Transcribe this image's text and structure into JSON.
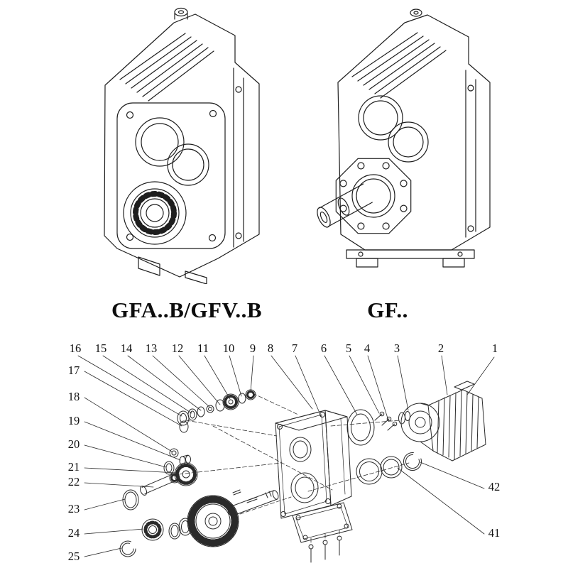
{
  "figure": {
    "left_model_label": "GFA..B/GFV..B",
    "right_model_label": "GF.."
  },
  "exploded": {
    "top_callouts": [
      "16",
      "15",
      "14",
      "13",
      "12",
      "11",
      "10",
      "9",
      "8",
      "7",
      "6",
      "5",
      "4",
      "3",
      "2",
      "1"
    ],
    "left_callouts": [
      "17",
      "18",
      "19",
      "20",
      "21",
      "22",
      "23",
      "24",
      "25"
    ],
    "right_callouts": [
      "42",
      "41"
    ]
  },
  "colors": {
    "line": "#1e1e1e",
    "background": "#ffffff"
  }
}
